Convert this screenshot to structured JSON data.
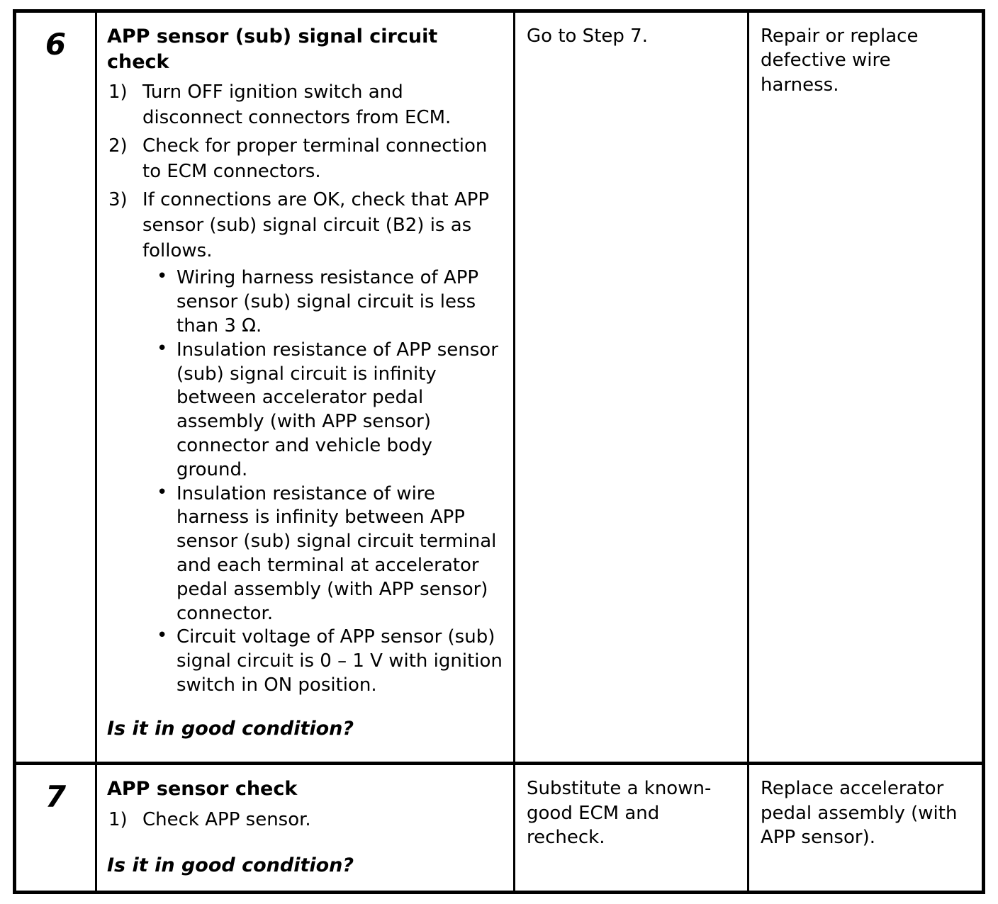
{
  "table": {
    "rows": [
      {
        "step": "6",
        "action": {
          "title": "APP sensor (sub) signal circuit check",
          "numbered": [
            {
              "marker": "1)",
              "text": "Turn OFF ignition switch and disconnect connectors from ECM."
            },
            {
              "marker": "2)",
              "text": "Check for proper terminal connection to ECM connectors."
            },
            {
              "marker": "3)",
              "text": "If connections are OK, check that APP sensor (sub) signal circuit (B2) is as follows."
            }
          ],
          "bullets": [
            "Wiring harness resistance of APP sensor (sub) signal circuit is less than 3 Ω.",
            "Insulation resistance of APP sensor (sub) signal circuit is infinity between accelerator pedal assembly (with APP sensor) connector and vehicle body ground.",
            "Insulation resistance of wire harness is infinity between APP sensor (sub) signal circuit terminal and each terminal at accelerator pedal assembly (with APP sensor) connector.",
            "Circuit voltage of APP sensor (sub) signal circuit is 0 – 1 V with ignition switch in ON position."
          ],
          "question": "Is it in good condition?"
        },
        "yes": "Go to Step 7.",
        "no": "Repair or replace defective wire harness."
      },
      {
        "step": "7",
        "action": {
          "title": "APP sensor check",
          "numbered": [
            {
              "marker": "1)",
              "text": "Check APP sensor."
            }
          ],
          "bullets": [],
          "question": "Is it in good condition?"
        },
        "yes": "Substitute a known-good ECM and recheck.",
        "no": "Replace accelerator pedal assembly (with APP sensor)."
      }
    ],
    "bullet_glyph": "•"
  }
}
